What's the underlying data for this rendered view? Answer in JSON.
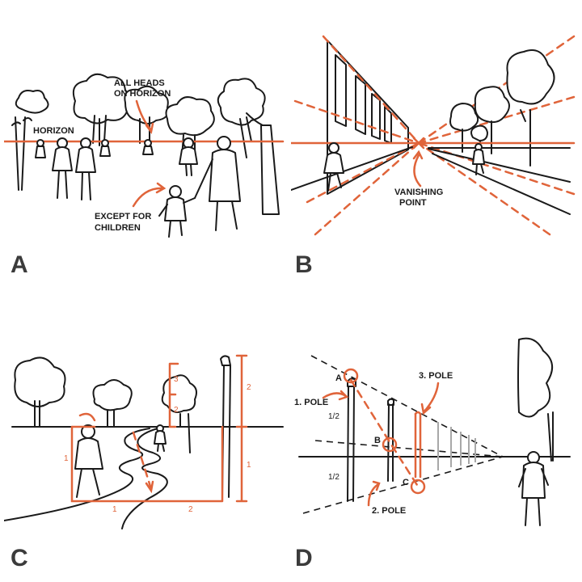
{
  "panels": {
    "a": {
      "letter": "A",
      "labels": {
        "horizon": "HORIZON",
        "heads_line1": "ALL HEADS",
        "heads_line2": "ON HORIZON",
        "children_line1": "EXCEPT FOR",
        "children_line2": "CHILDREN"
      }
    },
    "b": {
      "letter": "B",
      "labels": {
        "vp_line1": "VANISHING",
        "vp_line2": "POINT"
      }
    },
    "c": {
      "letter": "C",
      "labels": {
        "m1_left": "1",
        "m1_bottom": "1",
        "m2_bottom": "2",
        "m2_tree": "2",
        "m3_tree": "3",
        "m2_pole": "2",
        "m1_pole": "1"
      }
    },
    "d": {
      "letter": "D",
      "labels": {
        "a": "A",
        "b": "B",
        "c": "C",
        "pole1": "1. POLE",
        "pole2": "2. POLE",
        "pole3": "3. POLE",
        "half_top": "1/2",
        "half_bottom": "1/2"
      }
    }
  },
  "colors": {
    "accent": "#e0643a",
    "ink": "#1a1a1a",
    "letter": "#3b3b3b",
    "faded": "#a8a8a8"
  }
}
